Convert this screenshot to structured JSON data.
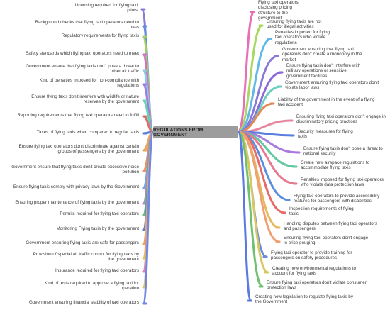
{
  "center": {
    "title": "REGULATIONS FROM GOVERNMENT"
  },
  "left_topics": [
    {
      "text": "Licensing required for flying taxi pilots",
      "color": "#8e78d6"
    },
    {
      "text": "Background checks that flying taxi operators need to pass",
      "color": "#5d8fe0"
    },
    {
      "text": "Regulatory requirements for flying taxis",
      "color": "#a0cf62"
    },
    {
      "text": "Safety standards which flying taxi operators need to meet",
      "color": "#d86ec6"
    },
    {
      "text": "Government ensure that flying taxis don't pose a threat to other air traffic",
      "color": "#7fd0ea"
    },
    {
      "text": "Kind of penalties imposed for non-compliance with regulations",
      "color": "#a878e2"
    },
    {
      "text": "Ensure flying taxis don't interfere with wildlife or nature reserves by the government",
      "color": "#63d8b0"
    },
    {
      "text": "Reporting requirements that flying taxi operators need to fulfill",
      "color": "#e46b6b"
    },
    {
      "text": "Taxes of flying taxis when compared to regular taxis",
      "color": "#5678d8"
    },
    {
      "text": "Ensure flying taxi operators don't discriminate against certain groups of passengers by the government",
      "color": "#e9a55a"
    },
    {
      "text": "Government ensure that flying taxis don't create excessive noise pollution",
      "color": "#f09060"
    },
    {
      "text": "Ensure flying taxis comply with privacy laws by the Government",
      "color": "#6aa8ee"
    },
    {
      "text": "Ensuring proper maintenance of flying taxis by the government",
      "color": "#c07ad8"
    },
    {
      "text": "Permits required for flying taxi operators",
      "color": "#62c46a"
    },
    {
      "text": "Monitoring Flying taxis by the government",
      "color": "#5b7fe0"
    },
    {
      "text": "Government ensuring flying taxis are safe for passengers",
      "color": "#e9a55a"
    },
    {
      "text": "Provision of special air traffic control for flying taxis by the government",
      "color": "#d9c45a"
    },
    {
      "text": "Insurance required for flying taxi operators",
      "color": "#f07aa8"
    },
    {
      "text": "Kind of tests required to approve a flying taxi for operation",
      "color": "#e8c060"
    },
    {
      "text": "Government ensuring financial stability of taxi operators",
      "color": "#6f88e6"
    }
  ],
  "right_topics": [
    {
      "text": "Flying taxi operators disclosing pricing structure to the government",
      "color": "#e86fb6"
    },
    {
      "text": "Ensuring flying taxis are not used for illegal activities",
      "color": "#a8d860"
    },
    {
      "text": "Penalties imposed for flying taxi operators who violate regulations",
      "color": "#5fb8e8"
    },
    {
      "text": "Government ensuring that flying taxi operators don't create a monopoly in the market",
      "color": "#8a7ad8"
    },
    {
      "text": "Ensure flying taxis don't interfere with military operations or sensitive government facilities",
      "color": "#8a6ad8"
    },
    {
      "text": "Government ensuring flying taxi operators don't violate labor laws",
      "color": "#6ad0c0"
    },
    {
      "text": "Liability of the government in the event of a flying taxi accident",
      "color": "#e08a5a"
    },
    {
      "text": "Ensuring flying taxi operators don't engage in discriminatory pricing practices",
      "color": "#e888a0"
    },
    {
      "text": "Security measures for flying taxis",
      "color": "#5a7ee0"
    },
    {
      "text": "Ensure flying taxis don't pose a threat to national security",
      "color": "#a87ae0"
    },
    {
      "text": "Create new airspace regulations to accommodate flying taxis",
      "color": "#62c8a0"
    },
    {
      "text": "Penalties imposed for flying taxi operators who violate data protection laws",
      "color": "#e87a90"
    },
    {
      "text": "Flying taxi operators to provide accessibility features for passengers with disabilities",
      "color": "#5a8ee0"
    },
    {
      "text": "Inspection requirements of flying taxis",
      "color": "#e86a6a"
    },
    {
      "text": "Handling disputes between flying taxi operators and passengers",
      "color": "#e8b860"
    },
    {
      "text": "Ensuring flying taxi operators don't engage in price gouging",
      "color": "#f0a070"
    },
    {
      "text": "Flying taxi operator to provide training for passengers on safety procedures",
      "color": "#6a8ae0"
    },
    {
      "text": "Creating new environmental regulations to account for flying taxis",
      "color": "#d8c860"
    },
    {
      "text": "Ensure flying taxi operators don't violate consumer protection laws",
      "color": "#70c070"
    },
    {
      "text": "Creating new legislation to regulate flying taxis by the Government",
      "color": "#5a7ae0"
    }
  ]
}
